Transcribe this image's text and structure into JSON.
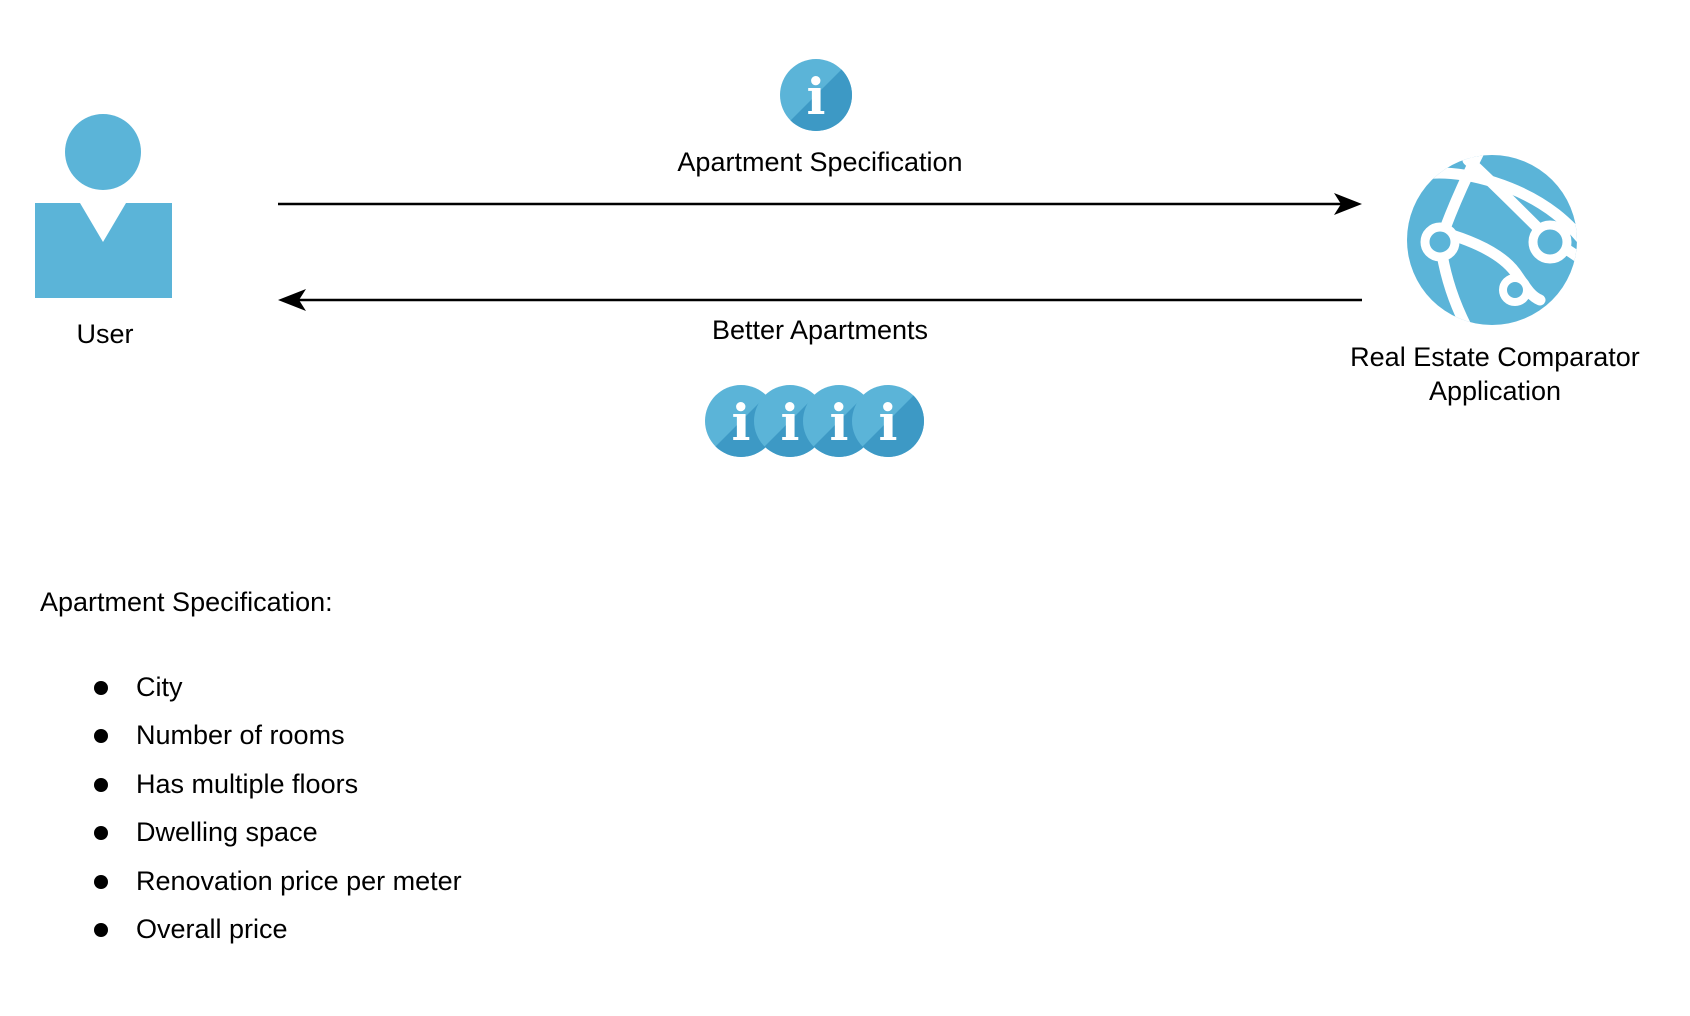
{
  "colors": {
    "icon": "#5bb4d8",
    "icon_dark": "#3d99c5",
    "line": "#000000",
    "text": "#000000"
  },
  "actors": {
    "user": {
      "label": "User",
      "icon": "user-icon"
    },
    "app": {
      "label_line1": "Real Estate Comparator",
      "label_line2": "Application",
      "icon": "globe-network-icon"
    }
  },
  "flows": {
    "request": {
      "label": "Apartment Specification",
      "icon": "info-icon",
      "direction": "user-to-app"
    },
    "response": {
      "label": "Better Apartments",
      "icon": "info-icon",
      "icon_count": 4,
      "direction": "app-to-user"
    }
  },
  "info_glyph": "i",
  "spec": {
    "heading": "Apartment Specification:",
    "items": [
      "City",
      "Number of rooms",
      "Has multiple floors",
      "Dwelling space",
      "Renovation price per meter",
      "Overall price"
    ]
  }
}
